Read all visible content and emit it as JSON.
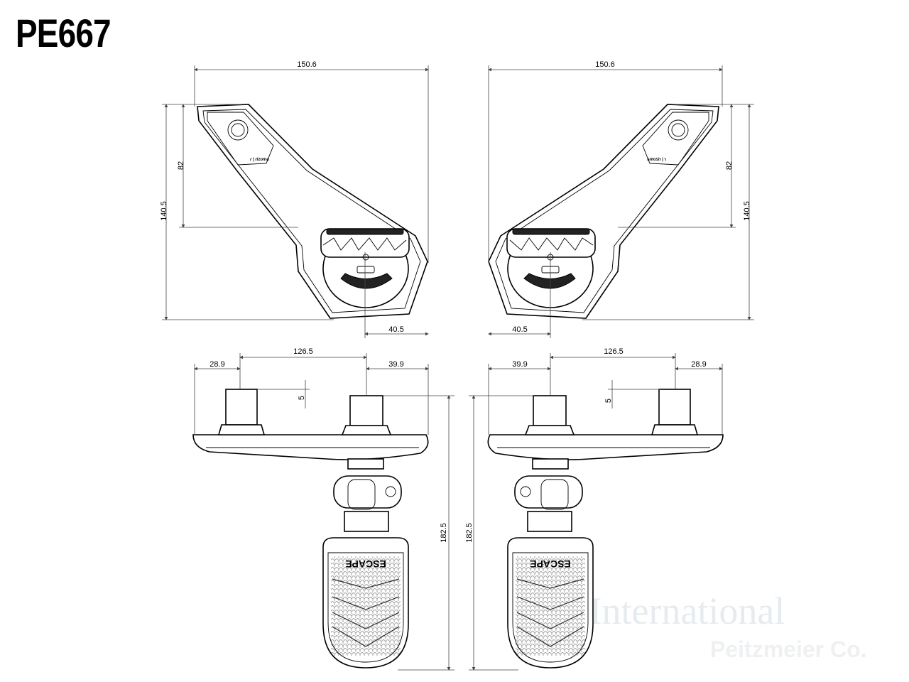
{
  "title": "PE667",
  "top_view": {
    "width": "150.6",
    "height_mount": "82",
    "height_total": "140.5",
    "offset": "40.5"
  },
  "front_view": {
    "left_offset": "28.9",
    "span": "126.5",
    "right_offset": "39.9",
    "step": "5",
    "height": "182.5"
  },
  "part_text": {
    "brand_logo": "rizoma",
    "footpeg_text": "ESCAPE"
  },
  "watermark": {
    "line1": "A International",
    "line2": "Peitzmeier Co."
  }
}
